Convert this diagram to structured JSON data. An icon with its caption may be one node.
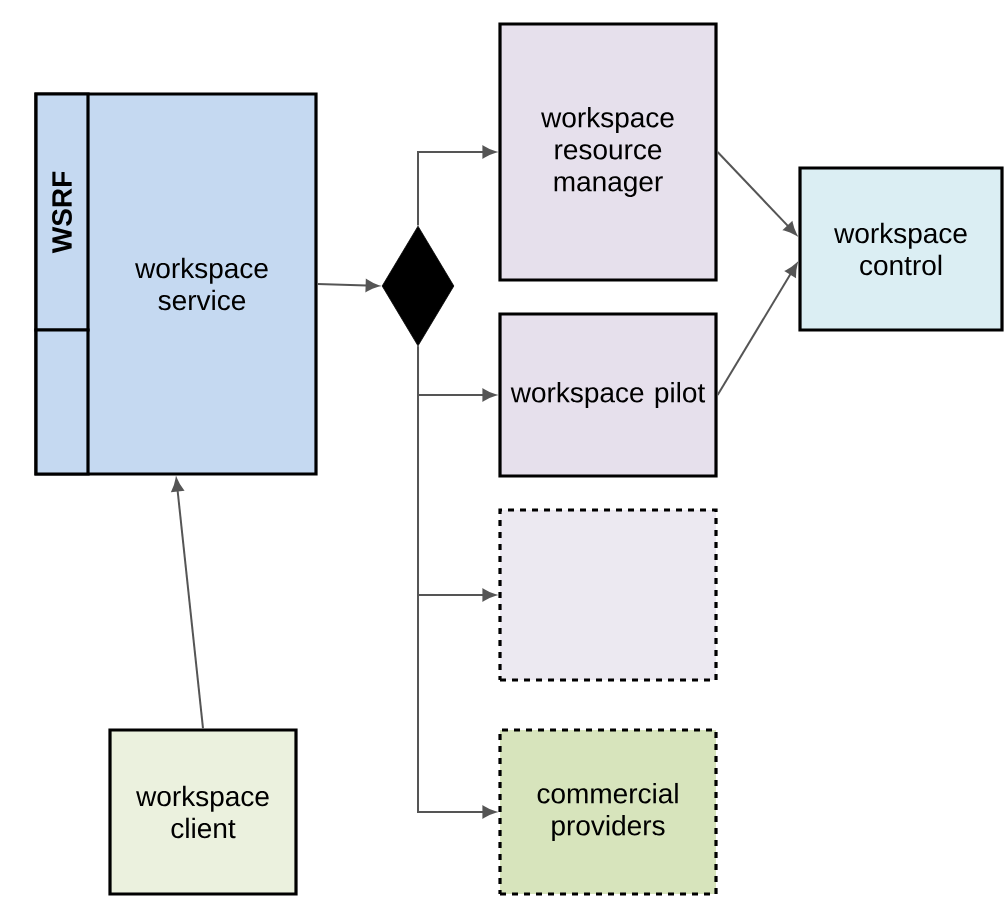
{
  "diagram": {
    "nodes": [
      {
        "text": [
          "workspace service"
        ]
      },
      {
        "text": [
          "WSRF"
        ],
        "in": 0
      },
      {
        "text": [],
        "shape": "box",
        "in": 0
      },
      {
        "text": [],
        "shape": "diamond"
      },
      {
        "text": [
          "workspace resource manager"
        ]
      },
      {
        "text": [
          "workspace pilot"
        ]
      },
      {
        "text": [],
        "shape": "box"
      },
      {
        "text": [
          "commercial providers"
        ]
      },
      {
        "text": [
          "workspace control"
        ]
      },
      {
        "text": [
          "workspace client"
        ]
      }
    ],
    "edges": [
      {
        "from": 0,
        "to": 3,
        "arrow": "to"
      },
      {
        "from": 3,
        "to": 4,
        "arrow": "to"
      },
      {
        "from": 3,
        "to": 5,
        "arrow": "to"
      },
      {
        "from": 3,
        "to": 6,
        "arrow": "to"
      },
      {
        "from": 3,
        "to": 7,
        "arrow": "to"
      },
      {
        "from": 4,
        "to": 8,
        "arrow": "to"
      },
      {
        "from": 5,
        "to": 8,
        "arrow": "to"
      },
      {
        "from": 9,
        "to": 0,
        "arrow": "to"
      }
    ]
  }
}
